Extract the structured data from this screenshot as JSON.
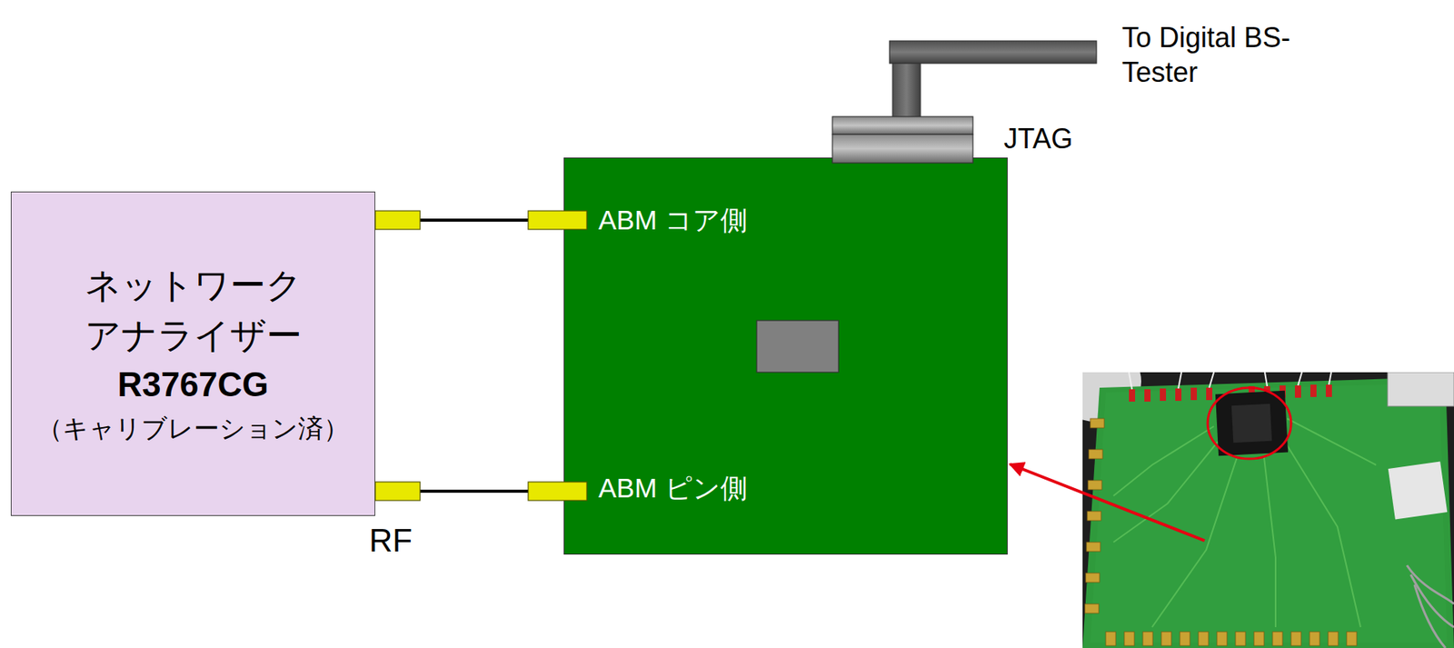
{
  "diagram": {
    "nodes": [
      {
        "text": [
          "ネットワーク アナライザー",
          "R3767CG",
          "（キャリブレーション済）"
        ]
      },
      {
        "text": [
          "ABM コア側",
          "ABM ピン側"
        ]
      }
    ],
    "edges": [
      {
        "from": 0,
        "to": 1,
        "arrow": "none"
      },
      {
        "from": 0,
        "to": 1,
        "arrow": "none"
      }
    ],
    "labels": [
      "To Digital BS-Tester",
      "JTAG",
      "RF"
    ]
  }
}
